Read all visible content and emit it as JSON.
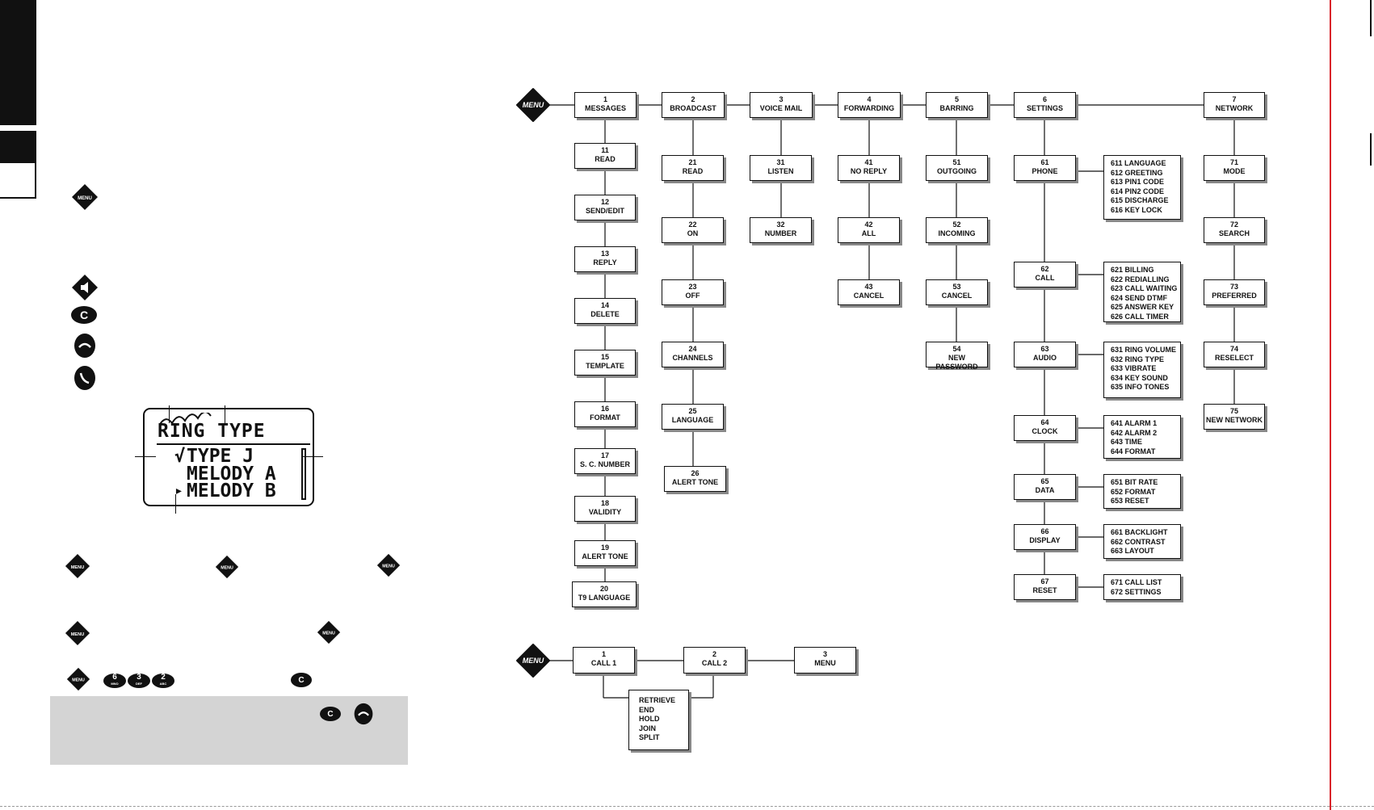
{
  "menu_icon_label": "MENU",
  "main_menu": [
    {
      "num": "1",
      "label": "MESSAGES"
    },
    {
      "num": "2",
      "label": "BROADCAST"
    },
    {
      "num": "3",
      "label": "VOICE MAIL"
    },
    {
      "num": "4",
      "label": "FORWARDING"
    },
    {
      "num": "5",
      "label": "BARRING"
    },
    {
      "num": "6",
      "label": "SETTINGS"
    },
    {
      "num": "7",
      "label": "NETWORK"
    }
  ],
  "messages_sub": [
    {
      "num": "11",
      "label": "READ"
    },
    {
      "num": "12",
      "label": "SEND/EDIT"
    },
    {
      "num": "13",
      "label": "REPLY"
    },
    {
      "num": "14",
      "label": "DELETE"
    },
    {
      "num": "15",
      "label": "TEMPLATE"
    },
    {
      "num": "16",
      "label": "FORMAT"
    },
    {
      "num": "17",
      "label": "S. C. NUMBER"
    },
    {
      "num": "18",
      "label": "VALIDITY"
    },
    {
      "num": "19",
      "label": "ALERT TONE"
    },
    {
      "num": "20",
      "label": "T9 LANGUAGE"
    }
  ],
  "broadcast_sub": [
    {
      "num": "21",
      "label": "READ"
    },
    {
      "num": "22",
      "label": "ON"
    },
    {
      "num": "23",
      "label": "OFF"
    },
    {
      "num": "24",
      "label": "CHANNELS"
    },
    {
      "num": "25",
      "label": "LANGUAGE"
    },
    {
      "num": "26",
      "label": "ALERT TONE"
    }
  ],
  "voicemail_sub": [
    {
      "num": "31",
      "label": "LISTEN"
    },
    {
      "num": "32",
      "label": "NUMBER"
    }
  ],
  "forwarding_sub": [
    {
      "num": "41",
      "label": "NO REPLY"
    },
    {
      "num": "42",
      "label": "ALL"
    },
    {
      "num": "43",
      "label": "CANCEL"
    }
  ],
  "barring_sub": [
    {
      "num": "51",
      "label": "OUTGOING"
    },
    {
      "num": "52",
      "label": "INCOMING"
    },
    {
      "num": "53",
      "label": "CANCEL"
    },
    {
      "num": "54",
      "label": "NEW PASSWORD"
    }
  ],
  "settings_sub": [
    {
      "num": "61",
      "label": "PHONE",
      "items": [
        "611 LANGUAGE",
        "612 GREETING",
        "613 PIN1 CODE",
        "614 PIN2 CODE",
        "615 DISCHARGE",
        "616 KEY LOCK"
      ]
    },
    {
      "num": "62",
      "label": "CALL",
      "items": [
        "621 BILLING",
        "622 REDIALLING",
        "623 CALL WAITING",
        "624 SEND DTMF",
        "625 ANSWER KEY",
        "626 CALL TIMER"
      ]
    },
    {
      "num": "63",
      "label": "AUDIO",
      "items": [
        "631 RING VOLUME",
        "632 RING TYPE",
        "633  VIBRATE",
        "634 KEY SOUND",
        "635 INFO TONES"
      ]
    },
    {
      "num": "64",
      "label": "CLOCK",
      "items": [
        "641 ALARM 1",
        "642 ALARM 2",
        "643 TIME",
        "644 FORMAT"
      ]
    },
    {
      "num": "65",
      "label": "DATA",
      "items": [
        "651 BIT RATE",
        "652 FORMAT",
        "653 RESET"
      ]
    },
    {
      "num": "66",
      "label": "DISPLAY",
      "items": [
        "661 BACKLIGHT",
        "662 CONTRAST",
        "663 LAYOUT"
      ]
    },
    {
      "num": "67",
      "label": "RESET",
      "items": [
        "671 CALL LIST",
        "672 SETTINGS"
      ]
    }
  ],
  "network_sub": [
    {
      "num": "71",
      "label": "MODE"
    },
    {
      "num": "72",
      "label": "SEARCH"
    },
    {
      "num": "73",
      "label": "PREFERRED"
    },
    {
      "num": "74",
      "label": "RESELECT"
    },
    {
      "num": "75",
      "label": "NEW NETWORK"
    }
  ],
  "call_menu": [
    {
      "num": "1",
      "label": "CALL 1"
    },
    {
      "num": "2",
      "label": "CALL 2"
    },
    {
      "num": "3",
      "label": "MENU"
    }
  ],
  "call_options": [
    "RETRIEVE",
    "END",
    "HOLD",
    "JOIN",
    "SPLIT"
  ],
  "lcd": {
    "title": "RING TYPE",
    "check_mark": "√",
    "arrow_mark": "▸",
    "lines": [
      "TYPE J",
      "MELODY A",
      "MELODY B"
    ]
  },
  "keys": {
    "c_key": "C",
    "digit_6": "6",
    "digit_6_sub": "MNO",
    "digit_3": "3",
    "digit_3_sub": "DEF",
    "digit_2": "2",
    "digit_2_sub": "ABC",
    "menu_small": "MENU"
  },
  "colors": {
    "accent_line": "#d8232a",
    "note_box": "#d4d4d4",
    "shadow": "#888888"
  }
}
